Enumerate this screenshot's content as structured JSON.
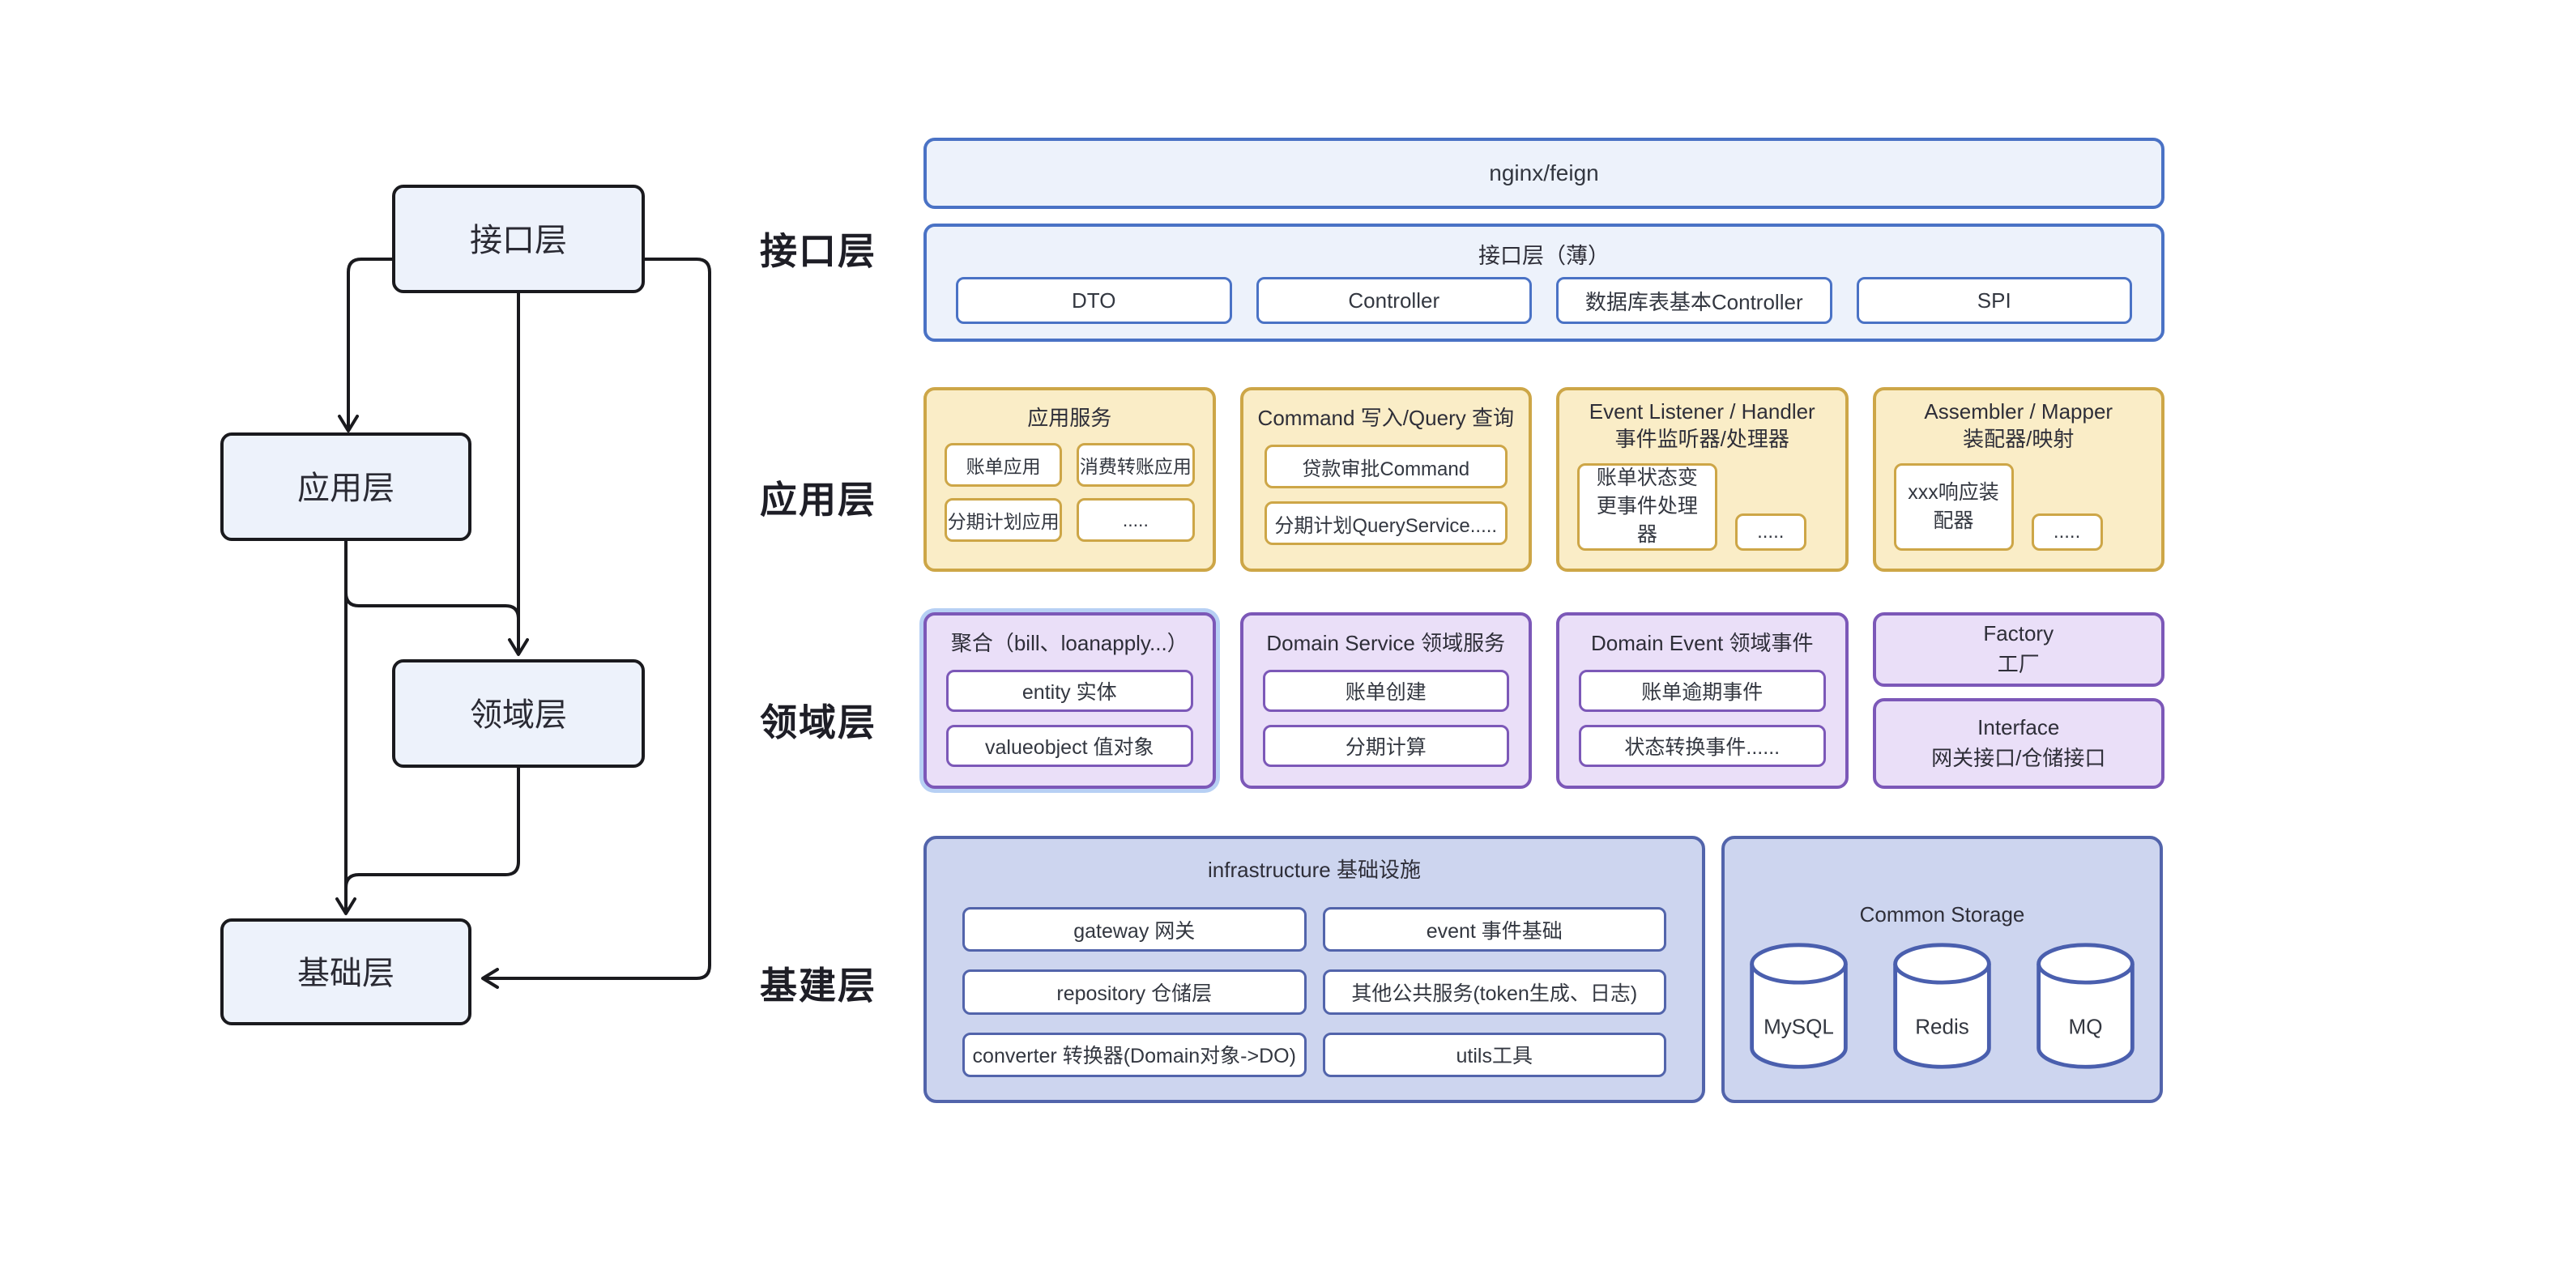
{
  "flowchart": {
    "nodes": [
      {
        "label": "接口层"
      },
      {
        "label": "应用层"
      },
      {
        "label": "领域层"
      },
      {
        "label": "基础层"
      }
    ]
  },
  "layer_labels": {
    "interface": "接口层",
    "application": "应用层",
    "domain": "领域层",
    "foundation": "基建层"
  },
  "interface_layer": {
    "gateway_bar": "nginx/feign",
    "title": "接口层（薄）",
    "items": [
      "DTO",
      "Controller",
      "数据库表基本Controller",
      "SPI"
    ]
  },
  "application_layer": {
    "app_service": {
      "title": "应用服务",
      "items": [
        "账单应用",
        "消费转账应用",
        "分期计划应用",
        "....."
      ]
    },
    "cqrs": {
      "title": "Command 写入/Query 查询",
      "items": [
        "贷款审批Command",
        "分期计划QueryService....."
      ]
    },
    "event_listener": {
      "title_line1": "Event Listener / Handler",
      "title_line2": "事件监听器/处理器",
      "main_item": "账单状态变更事件处理器",
      "more_item": "....."
    },
    "assembler": {
      "title_line1": "Assembler / Mapper",
      "title_line2": "装配器/映射",
      "main_item": "xxx响应装配器",
      "more_item": "....."
    }
  },
  "domain_layer": {
    "aggregate": {
      "title": "聚合（bill、loanapply...）",
      "items": [
        "entity 实体",
        "valueobject 值对象"
      ]
    },
    "domain_service": {
      "title": "Domain Service 领域服务",
      "items": [
        "账单创建",
        "分期计算"
      ]
    },
    "domain_event": {
      "title": "Domain Event 领域事件",
      "items": [
        "账单逾期事件",
        "状态转换事件......"
      ]
    },
    "factory": {
      "line1": "Factory",
      "line2": "工厂"
    },
    "gateway_interface": {
      "line1": "Interface",
      "line2": "网关接口/仓储接口"
    }
  },
  "infrastructure_layer": {
    "title": "infrastructure 基础设施",
    "items": [
      "gateway 网关",
      "event 事件基础",
      "repository 仓储层",
      "其他公共服务(token生成、日志)",
      "converter 转换器(Domain对象->DO)",
      "utils工具"
    ],
    "storage": {
      "title": "Common Storage",
      "stores": [
        "MySQL",
        "Redis",
        "MQ"
      ]
    }
  },
  "colors": {
    "interface_fill": "#edf2fb",
    "interface_border": "#4a72c5",
    "application_fill": "#faedc7",
    "application_border": "#cda647",
    "domain_fill": "#eadff8",
    "domain_border": "#7c58b8",
    "domain_halo": "#b7d0f4",
    "infrastructure_fill": "#cdd5ef",
    "infrastructure_border": "#5264ab",
    "flowchart_stroke": "#1a1a1e",
    "flowchart_node_fill": "#edf2fb"
  }
}
